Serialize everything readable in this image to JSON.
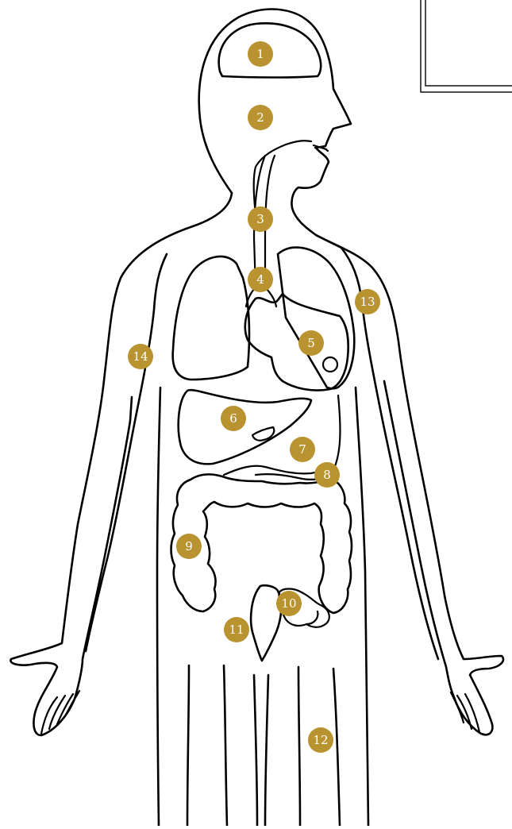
{
  "diagram": {
    "marker_color": "#b89330",
    "markers": [
      {
        "id": "marker-1",
        "label": "1"
      },
      {
        "id": "marker-2",
        "label": "2"
      },
      {
        "id": "marker-3",
        "label": "3"
      },
      {
        "id": "marker-4",
        "label": "4"
      },
      {
        "id": "marker-5",
        "label": "5"
      },
      {
        "id": "marker-6",
        "label": "6"
      },
      {
        "id": "marker-7",
        "label": "7"
      },
      {
        "id": "marker-8",
        "label": "8"
      },
      {
        "id": "marker-9",
        "label": "9"
      },
      {
        "id": "marker-10",
        "label": "10"
      },
      {
        "id": "marker-11",
        "label": "11"
      },
      {
        "id": "marker-12",
        "label": "12"
      },
      {
        "id": "marker-13",
        "label": "13"
      },
      {
        "id": "marker-14",
        "label": "14"
      }
    ]
  }
}
